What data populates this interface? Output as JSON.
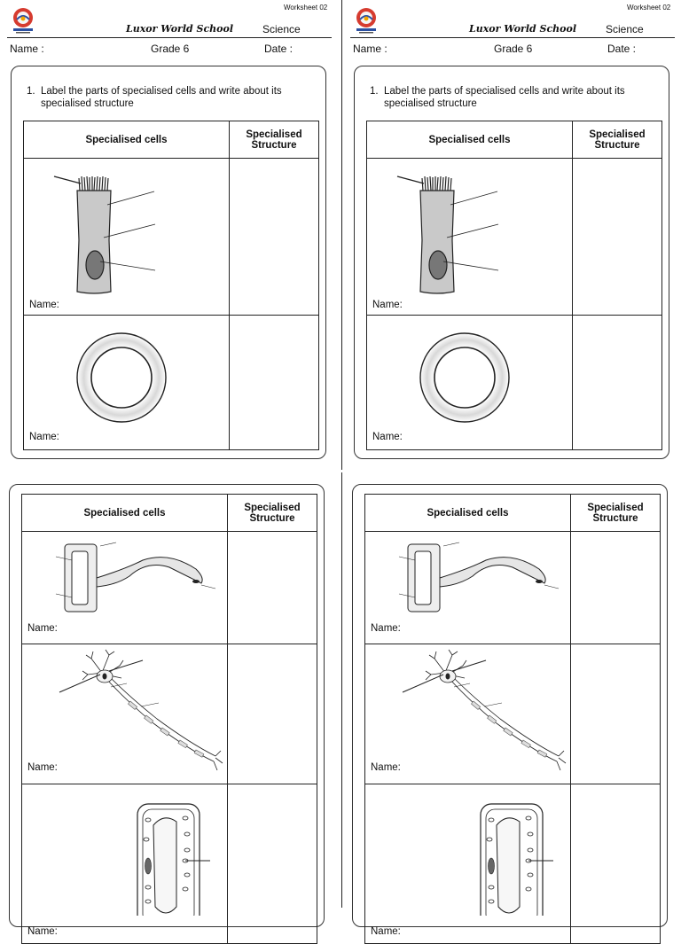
{
  "header": {
    "worksheet": "Worksheet 02",
    "school": "Luxor World School",
    "subject": "Science",
    "name_label": "Name :",
    "grade": "Grade 6",
    "date_label": "Date :"
  },
  "question": {
    "number": "1.",
    "text": "Label the parts of specialised cells and  write about its specialised structure"
  },
  "table": {
    "col1": "Specialised cells",
    "col2": "Specialised Structure"
  },
  "name_label": "Name:"
}
